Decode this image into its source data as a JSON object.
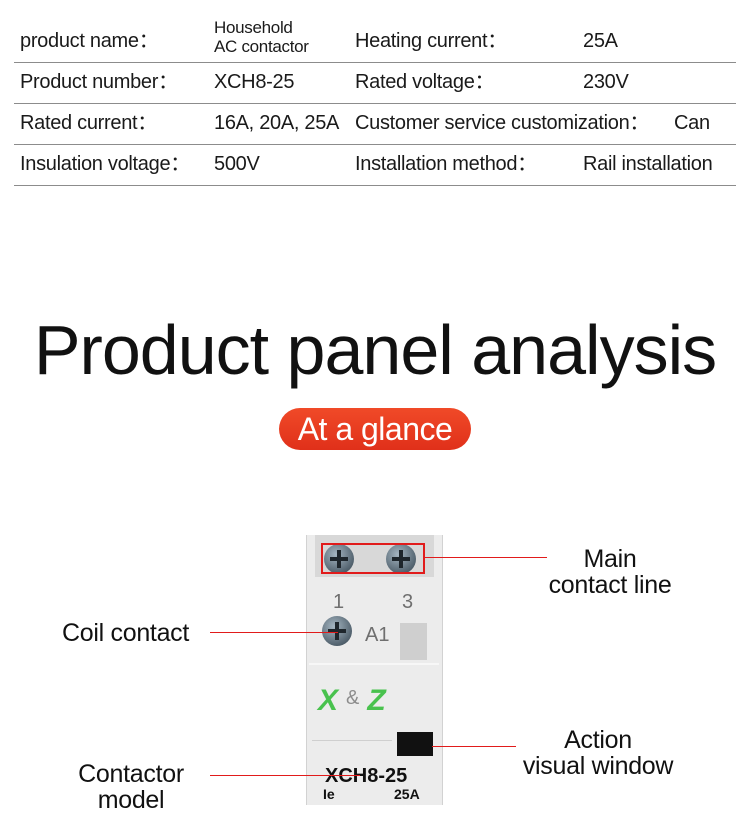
{
  "specs": [
    {
      "label1": "product name：",
      "value1_lines": [
        "Household",
        "AC contactor"
      ],
      "label2": "Heating current：",
      "value2": "25A"
    },
    {
      "label1": "Product number：",
      "value1": "XCH8-25",
      "label2": "Rated voltage：",
      "value2": "230V"
    },
    {
      "label1": "Rated current：",
      "value1": "16A, 20A, 25A",
      "label2": "Customer service customization：",
      "value2": "Can"
    },
    {
      "label1": "Insulation voltage：",
      "value1": "500V",
      "label2": "Installation method：",
      "value2": "Rail installation"
    }
  ],
  "heading": "Product panel analysis",
  "badge": "At a glance",
  "badge_color": "#e8381f",
  "accent_color": "#e11b1b",
  "device": {
    "terminal_left": "1",
    "terminal_right": "3",
    "terminal_a1": "A1",
    "logo_left": "X",
    "logo_amp": "&",
    "logo_right": "Z",
    "logo_color": "#49c24e",
    "model": "XCH8-25",
    "le_label": "Ie",
    "rating": "25A"
  },
  "callouts": {
    "main_contact": [
      "Main",
      "contact line"
    ],
    "coil_contact": "Coil contact",
    "action_window": [
      "Action",
      "visual window"
    ],
    "contactor_model": [
      "Contactor",
      "model"
    ]
  }
}
